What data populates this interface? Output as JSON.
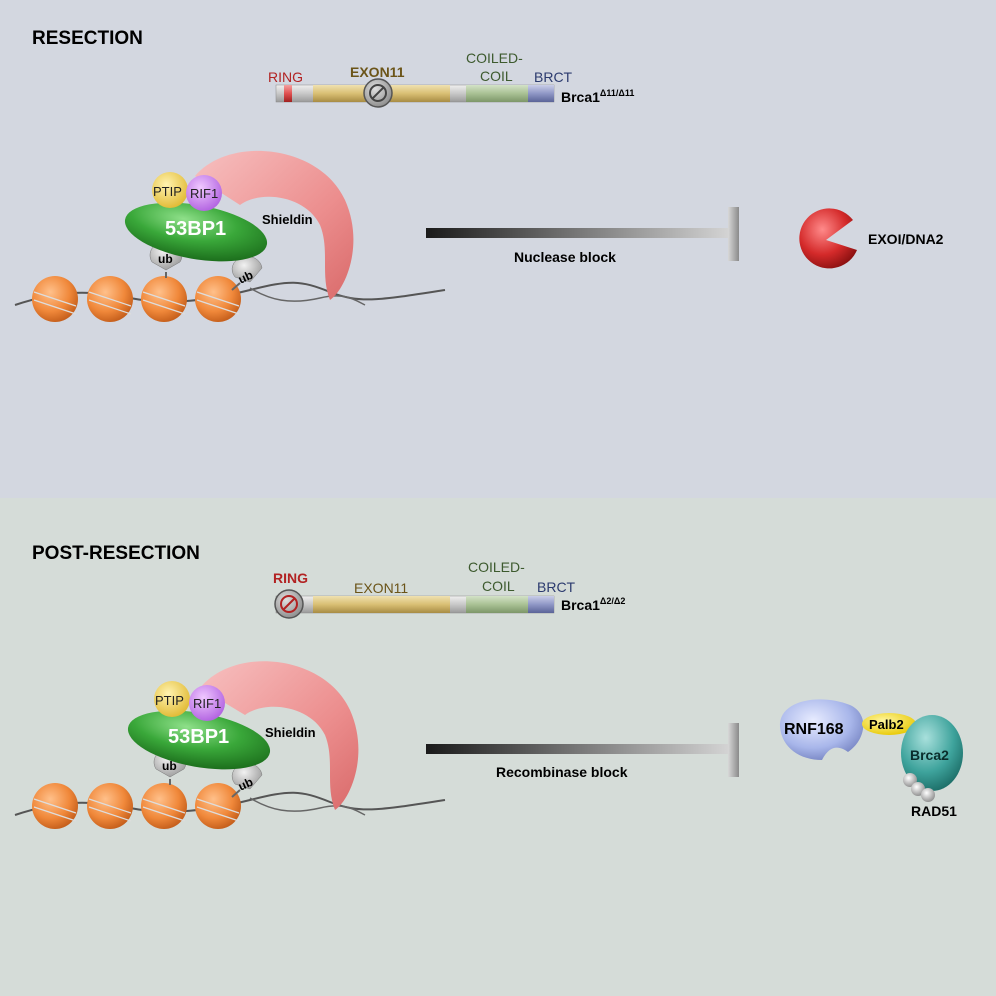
{
  "top": {
    "title": "RESECTION",
    "domains": {
      "ring": "RING",
      "exon11": "EXON11",
      "coiled1": "COILED-",
      "coiled2": "COIL",
      "brct": "BRCT"
    },
    "allele": {
      "gene": "Brca1",
      "superscript": "Δ11/Δ11"
    },
    "proteins": {
      "ptip": "PTIP",
      "rif1": "RIF1",
      "bp53": "53BP1",
      "shieldin": "Shieldin",
      "ub": "ub"
    },
    "block_label": "Nuclease block",
    "target": "EXOI/DNA2"
  },
  "bottom": {
    "title": "POST-RESECTION",
    "domains": {
      "ring": "RING",
      "exon11": "EXON11",
      "coiled1": "COILED-",
      "coiled2": "COIL",
      "brct": "BRCT"
    },
    "allele": {
      "gene": "Brca1",
      "superscript": "Δ2/Δ2"
    },
    "proteins": {
      "ptip": "PTIP",
      "rif1": "RIF1",
      "bp53": "53BP1",
      "shieldin": "Shieldin",
      "ub": "ub"
    },
    "block_label": "Recombinase block",
    "targets": {
      "rnf168": "RNF168",
      "palb2": "Palb2",
      "brca2": "Brca2",
      "rad51": "RAD51"
    }
  },
  "colors": {
    "top_bg": "#d3d7e0",
    "bottom_bg": "#d5dcd8",
    "ring": "#b22222",
    "exon11": "#6b5418",
    "coiled": "#3d5a2e",
    "brct": "#2b3a6e",
    "bp53": "#2e8b2e",
    "shieldin": "#e88a8a",
    "nucleosome": "#f08a3a",
    "exo": "#d42a2a"
  }
}
